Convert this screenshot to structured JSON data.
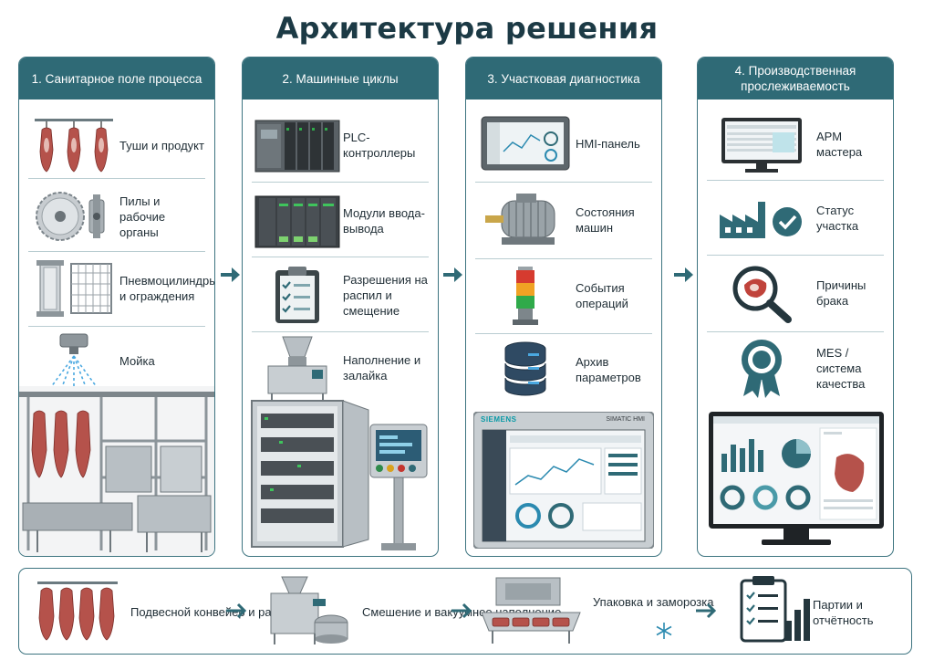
{
  "title": "Архитектура решения",
  "columns": [
    {
      "header": "1. Санитарное поле процесса",
      "items": [
        {
          "label": "Туши и продукт",
          "icon": "meat-carcass-icon"
        },
        {
          "label": "Пилы и рабочие органы",
          "icon": "saw-blade-icon"
        },
        {
          "label": "Пневмоцилиндры и ограждения",
          "icon": "pneumatic-cylinder-icon"
        },
        {
          "label": "Мойка",
          "icon": "washing-nozzle-icon"
        }
      ],
      "image": "meat-processing-line-image"
    },
    {
      "header": "2. Машинные циклы",
      "items": [
        {
          "label": "PLC-контроллеры",
          "icon": "plc-controller-icon"
        },
        {
          "label": "Модули ввода-вывода",
          "icon": "io-module-icon"
        },
        {
          "label": "Разрешения на распил и смещение",
          "icon": "clipboard-checklist-icon"
        },
        {
          "label": "Наполнение и залайка",
          "icon": "filling-machine-icon"
        }
      ],
      "image": "control-cabinet-image"
    },
    {
      "header": "3. Участковая диагностика",
      "items": [
        {
          "label": "HMI-панель",
          "icon": "hmi-panel-icon"
        },
        {
          "label": "Состояния машин",
          "icon": "electric-motor-icon"
        },
        {
          "label": "События операций",
          "icon": "signal-tower-icon"
        },
        {
          "label": "Архив параметров",
          "icon": "database-icon"
        }
      ],
      "image": {
        "brand": "SIEMENS",
        "model": "SIMATIC HMI"
      }
    },
    {
      "header": "4. Производственная прослеживаемость",
      "items": [
        {
          "label": "АРМ мастера",
          "icon": "workstation-monitor-icon"
        },
        {
          "label": "Статус участка",
          "icon": "factory-check-icon"
        },
        {
          "label": "Причины брака",
          "icon": "magnifier-defect-icon"
        },
        {
          "label": "MES / система качества",
          "icon": "quality-badge-icon"
        }
      ],
      "image": "mes-dashboard-monitor-image"
    }
  ],
  "bottom_flow": [
    {
      "label": "Подвесной конвейер и разделка",
      "icon": "hanging-conveyor-icon"
    },
    {
      "label": "Смешение и вакуумное наполнение",
      "icon": "vacuum-mixer-icon"
    },
    {
      "label": "Упаковка и заморозка",
      "icon": "packaging-freezing-icon"
    },
    {
      "label": "Партии и отчётность",
      "icon": "report-chart-icon"
    }
  ],
  "colors": {
    "accent": "#2f6a76",
    "title": "#1c3a45",
    "border": "#3d7480"
  }
}
